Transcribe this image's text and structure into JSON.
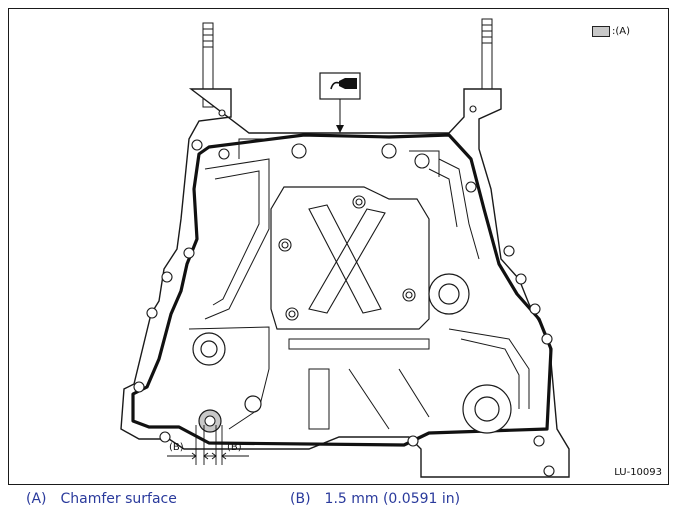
{
  "figure": {
    "legend_key": ":(A)",
    "figure_id": "LU-10093",
    "callouts": {
      "left": "(B)",
      "right": "(B)"
    }
  },
  "icons": {
    "sealant_tube": "sealant-tube-icon"
  },
  "colors": {
    "chamfer_fill": "#c8c8c8",
    "note_text": "#2a3a9c",
    "line": "#1a1a1a"
  },
  "notes": [
    {
      "key": "(A)",
      "text": "Chamfer surface"
    },
    {
      "key": "(B)",
      "text": "1.5 mm (0.0591 in)"
    }
  ]
}
